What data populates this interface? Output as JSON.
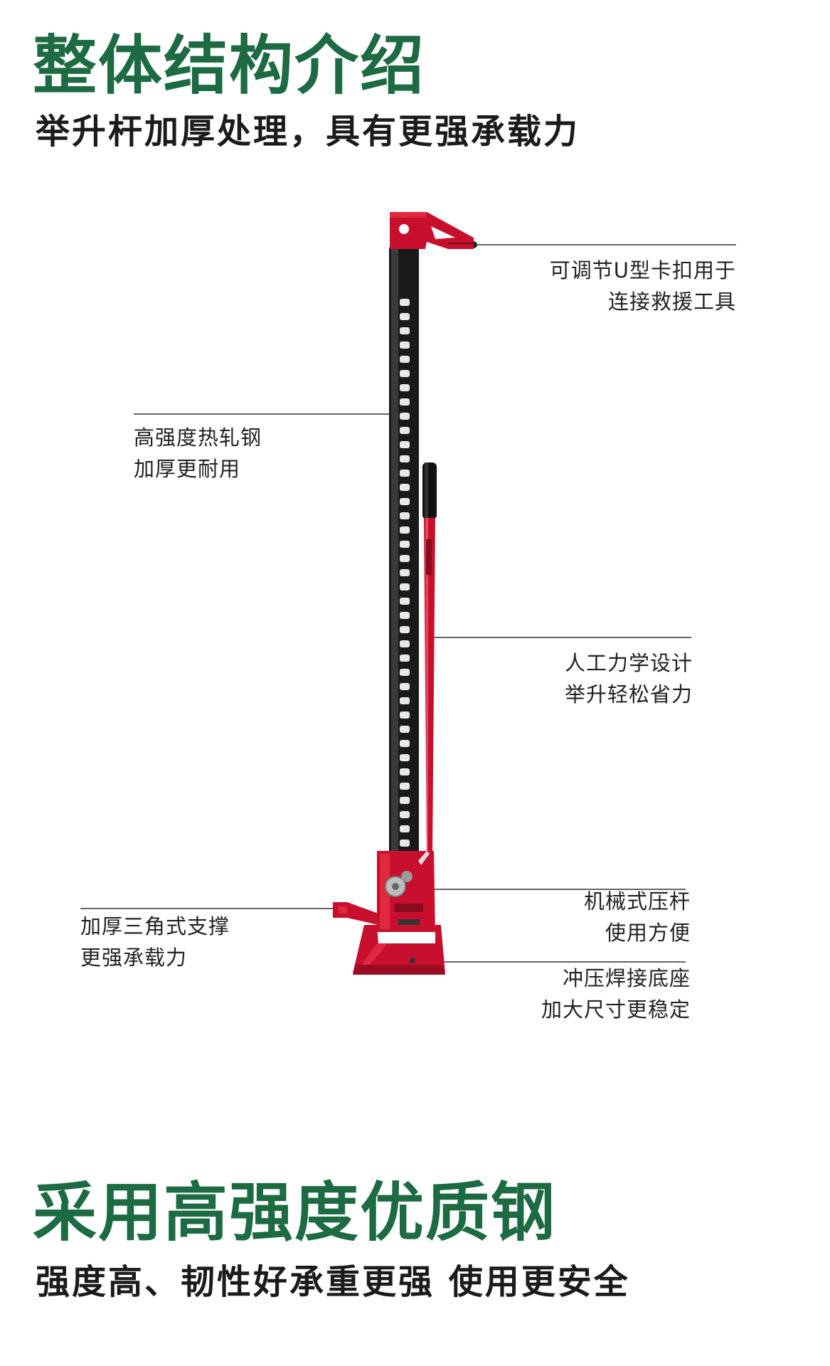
{
  "section1": {
    "title": "整体结构介绍",
    "subtitle": "举升杆加厚处理，具有更强承载力"
  },
  "callouts": {
    "u_card": {
      "line1": "可调节U型卡扣用于",
      "line2": "连接救援工具"
    },
    "steel": {
      "line1": "高强度热轧钢",
      "line2": "加厚更耐用"
    },
    "ergonomic": {
      "line1": "人工力学设计",
      "line2": "举升轻松省力"
    },
    "lever": {
      "line1": "机械式压杆",
      "line2": "使用方便"
    },
    "triangle": {
      "line1": "加厚三角式支撑",
      "line2": "更强承载力"
    },
    "base": {
      "line1": "冲压焊接底座",
      "line2": "加大尺寸更稳定"
    }
  },
  "section2": {
    "title": "采用高强度优质钢",
    "subtitle": "强度高、韧性好承重更强 使用更安全"
  },
  "colors": {
    "heading_green": "#1d6b42",
    "jack_red": "#c8102e",
    "jack_black": "#1a1a1a",
    "leader_line": "#333333"
  }
}
